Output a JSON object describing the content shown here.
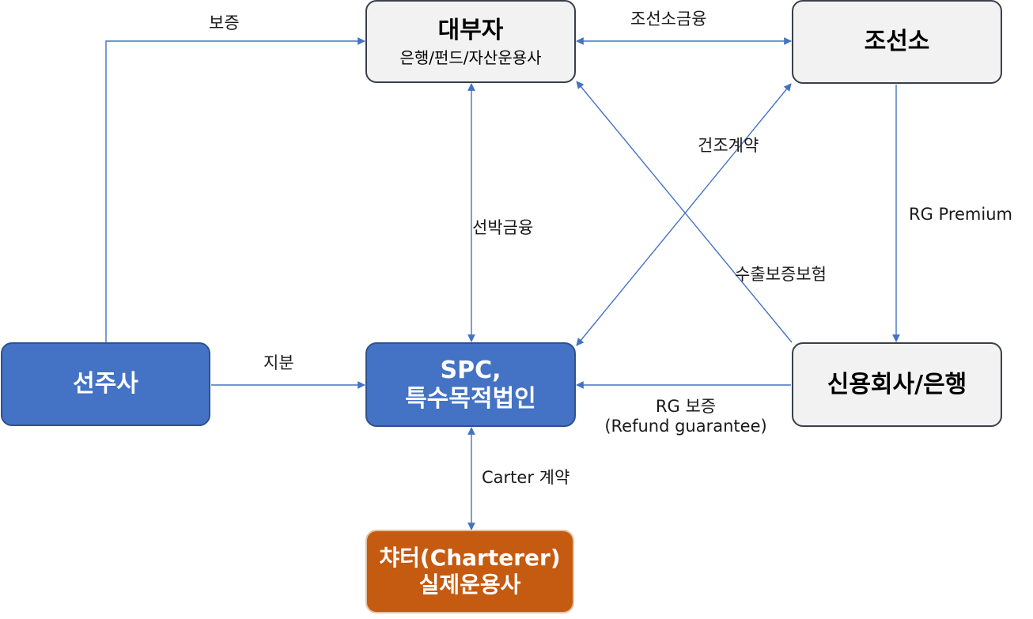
{
  "nodes": {
    "lender": {
      "title": "대부자",
      "subtitle": "은행/펀드/자산운용사"
    },
    "shipyard": {
      "title": "조선소"
    },
    "owner": {
      "title": "선주사"
    },
    "spc": {
      "line1": "SPC,",
      "line2": "특수목적법인"
    },
    "credit": {
      "title": "신용회사/은행"
    },
    "charterer": {
      "line1": "챠터(Charterer)",
      "line2": "실제운용사"
    }
  },
  "edges": {
    "guarantee": "보증",
    "shipyard_finance": "조선소금융",
    "build_contract": "건조계약",
    "ship_finance": "선박금융",
    "rg_premium": "RG Premium",
    "export_insurance": "수출보증보험",
    "equity": "지분",
    "rg_guarantee_1": "RG 보증",
    "rg_guarantee_2": "(Refund guarantee)",
    "charter_contract": "Carter 계약"
  },
  "colors": {
    "arrow": "#4472c4",
    "node_light": "#f2f2f2",
    "node_blue": "#4472c4",
    "node_orange": "#c55a11"
  }
}
